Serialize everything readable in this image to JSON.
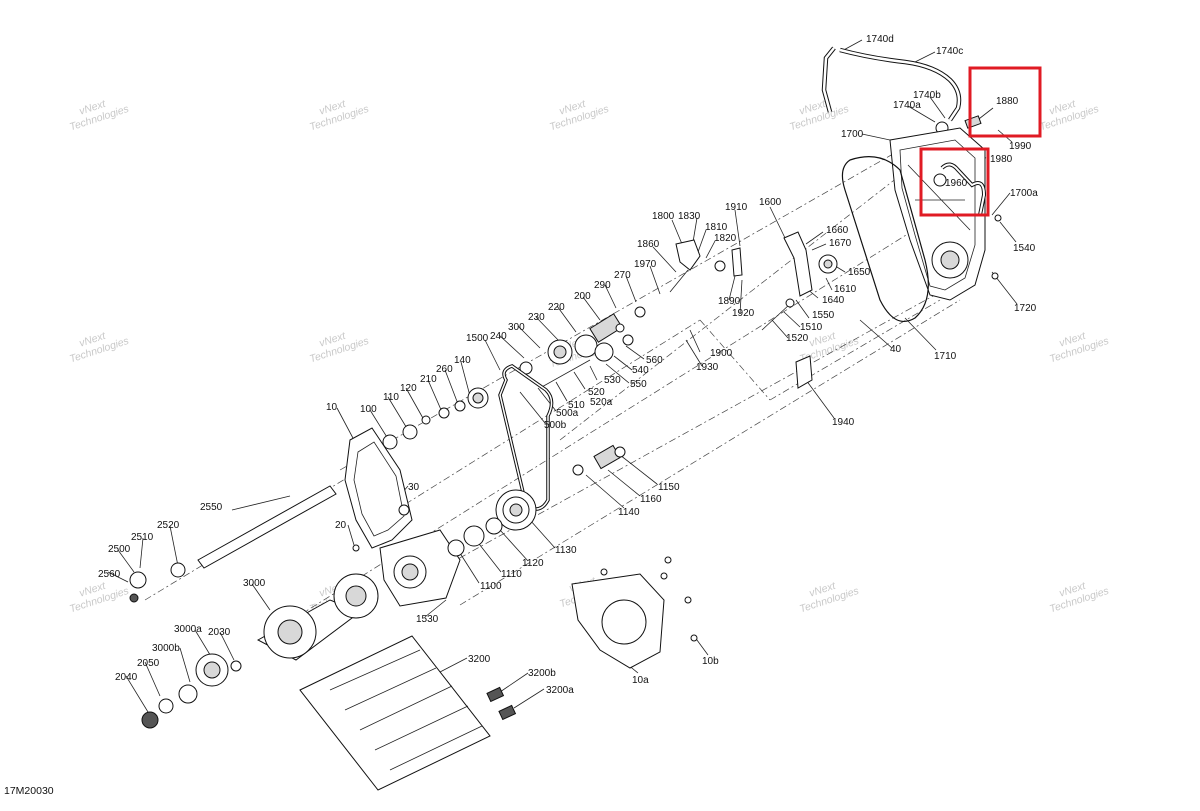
{
  "diagram_code": "17M20030",
  "watermark": {
    "line1": "vNext",
    "line2": "Technologies"
  },
  "highlight_color": "#e01b24",
  "callouts": [
    {
      "id": "1740d",
      "text": "1740d"
    },
    {
      "id": "1740c",
      "text": "1740c"
    },
    {
      "id": "1740b",
      "text": "1740b"
    },
    {
      "id": "1740a",
      "text": "1740a"
    },
    {
      "id": "1880",
      "text": "1880"
    },
    {
      "id": "1700",
      "text": "1700"
    },
    {
      "id": "1990",
      "text": "1990"
    },
    {
      "id": "1980",
      "text": "1980"
    },
    {
      "id": "1960",
      "text": "1960"
    },
    {
      "id": "1700a",
      "text": "1700a"
    },
    {
      "id": "1540",
      "text": "1540"
    },
    {
      "id": "1720",
      "text": "1720"
    },
    {
      "id": "1710",
      "text": "1710"
    },
    {
      "id": "40",
      "text": "40"
    },
    {
      "id": "1800",
      "text": "1800"
    },
    {
      "id": "1830",
      "text": "1830"
    },
    {
      "id": "1810",
      "text": "1810"
    },
    {
      "id": "1820",
      "text": "1820"
    },
    {
      "id": "1910",
      "text": "1910"
    },
    {
      "id": "1600",
      "text": "1600"
    },
    {
      "id": "1660",
      "text": "1660"
    },
    {
      "id": "1670",
      "text": "1670"
    },
    {
      "id": "1650",
      "text": "1650"
    },
    {
      "id": "1610",
      "text": "1610"
    },
    {
      "id": "1640",
      "text": "1640"
    },
    {
      "id": "1550",
      "text": "1550"
    },
    {
      "id": "1510",
      "text": "1510"
    },
    {
      "id": "1520",
      "text": "1520"
    },
    {
      "id": "1860",
      "text": "1860"
    },
    {
      "id": "1890",
      "text": "1890"
    },
    {
      "id": "1920",
      "text": "1920"
    },
    {
      "id": "1970",
      "text": "1970"
    },
    {
      "id": "270",
      "text": "270"
    },
    {
      "id": "290",
      "text": "290"
    },
    {
      "id": "200",
      "text": "200"
    },
    {
      "id": "220",
      "text": "220"
    },
    {
      "id": "230",
      "text": "230"
    },
    {
      "id": "300",
      "text": "300"
    },
    {
      "id": "240",
      "text": "240"
    },
    {
      "id": "560",
      "text": "560"
    },
    {
      "id": "540",
      "text": "540"
    },
    {
      "id": "550",
      "text": "550"
    },
    {
      "id": "530",
      "text": "530"
    },
    {
      "id": "520",
      "text": "520"
    },
    {
      "id": "520a",
      "text": "520a"
    },
    {
      "id": "510",
      "text": "510"
    },
    {
      "id": "500a",
      "text": "500a"
    },
    {
      "id": "500b",
      "text": "500b"
    },
    {
      "id": "1500",
      "text": "1500"
    },
    {
      "id": "1900",
      "text": "1900"
    },
    {
      "id": "1930",
      "text": "1930"
    },
    {
      "id": "1940",
      "text": "1940"
    },
    {
      "id": "140",
      "text": "140"
    },
    {
      "id": "260",
      "text": "260"
    },
    {
      "id": "210",
      "text": "210"
    },
    {
      "id": "120",
      "text": "120"
    },
    {
      "id": "110",
      "text": "110"
    },
    {
      "id": "100",
      "text": "100"
    },
    {
      "id": "10",
      "text": "10"
    },
    {
      "id": "30",
      "text": "30"
    },
    {
      "id": "20",
      "text": "20"
    },
    {
      "id": "2550",
      "text": "2550"
    },
    {
      "id": "2520",
      "text": "2520"
    },
    {
      "id": "2510",
      "text": "2510"
    },
    {
      "id": "2500",
      "text": "2500"
    },
    {
      "id": "2560",
      "text": "2560"
    },
    {
      "id": "1150",
      "text": "1150"
    },
    {
      "id": "1160",
      "text": "1160"
    },
    {
      "id": "1140",
      "text": "1140"
    },
    {
      "id": "1130",
      "text": "1130"
    },
    {
      "id": "1120",
      "text": "1120"
    },
    {
      "id": "1110",
      "text": "1110"
    },
    {
      "id": "1100",
      "text": "1100"
    },
    {
      "id": "1530",
      "text": "1530"
    },
    {
      "id": "3000",
      "text": "3000"
    },
    {
      "id": "3000a",
      "text": "3000a"
    },
    {
      "id": "3000b",
      "text": "3000b"
    },
    {
      "id": "2030",
      "text": "2030"
    },
    {
      "id": "2050",
      "text": "2050"
    },
    {
      "id": "2040",
      "text": "2040"
    },
    {
      "id": "3200",
      "text": "3200"
    },
    {
      "id": "3200b",
      "text": "3200b"
    },
    {
      "id": "3200a",
      "text": "3200a"
    },
    {
      "id": "10a",
      "text": "10a"
    },
    {
      "id": "10b",
      "text": "10b"
    }
  ]
}
